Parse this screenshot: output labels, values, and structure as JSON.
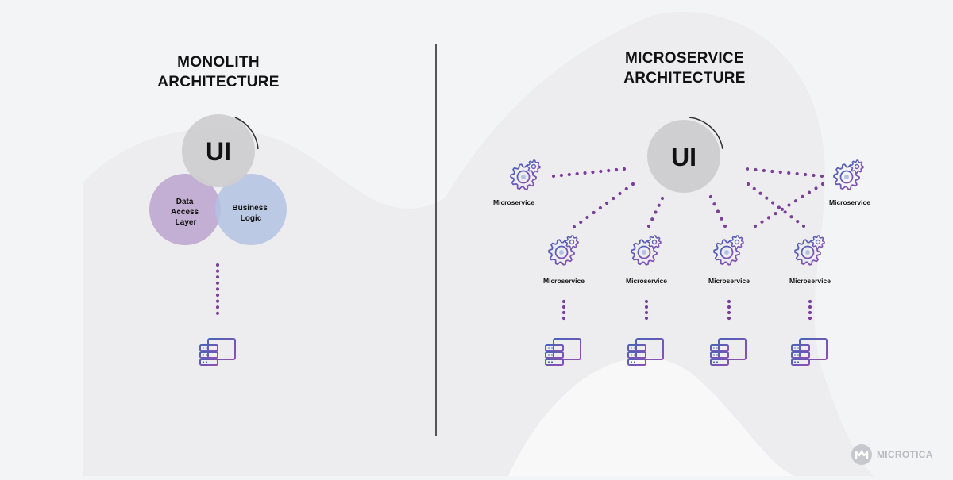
{
  "monolith": {
    "title_line1": "MONOLITH",
    "title_line2": "ARCHITECTURE",
    "ui_label": "UI",
    "data_access": [
      "Data",
      "Access",
      "Layer"
    ],
    "business_logic": [
      "Business",
      "Logic"
    ]
  },
  "microservice": {
    "title_line1": "MICROSERVICE",
    "title_line2": "ARCHITECTURE",
    "ui_label": "UI",
    "service_label": "Microservice"
  },
  "brand": {
    "name": "MICROTICA"
  },
  "colors": {
    "background": "#f3f4f6",
    "ui_circle": "#cfcfd1",
    "data_access_circle": "#bca7cf",
    "business_logic_circle": "#b3c2e3",
    "dots": "#7b3f98",
    "icon_blue": "#4a63b8",
    "icon_purple": "#8e4fb3",
    "divider": "#222222"
  },
  "icons": {
    "service": "gear-icon",
    "database": "computer-database-icon",
    "brand": "microtica-logo-icon"
  }
}
